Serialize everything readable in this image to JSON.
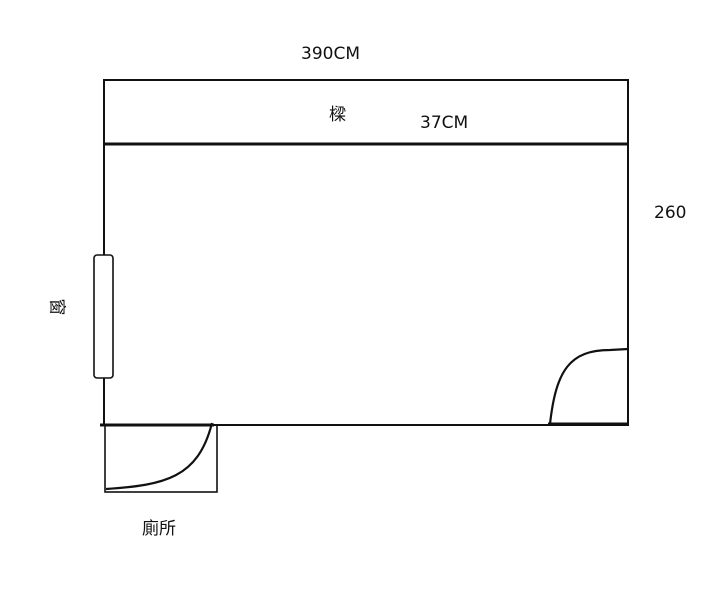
{
  "labels": {
    "room_width": "390CM",
    "beam": "樑",
    "beam_depth": "37CM",
    "room_height": "260",
    "window": "窗",
    "toilet": "廁所"
  },
  "colors": {
    "line": "#111111",
    "background": "#ffffff"
  }
}
